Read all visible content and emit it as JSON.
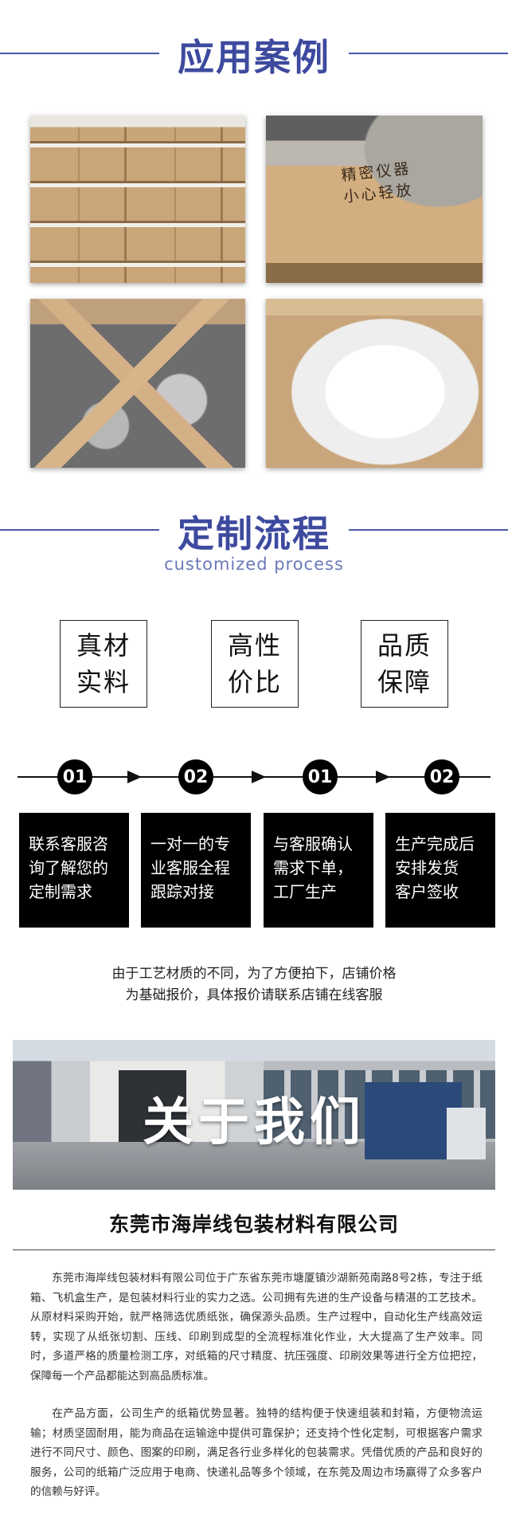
{
  "cases": {
    "title": "应用案例",
    "photo_box_text": "精密仪器\n小心轻放"
  },
  "process": {
    "title": "定制流程",
    "subtitle": "customized process"
  },
  "features": [
    {
      "line1": "真材",
      "line2": "实料"
    },
    {
      "line1": "高性",
      "line2": "价比"
    },
    {
      "line1": "品质",
      "line2": "保障"
    }
  ],
  "steps": [
    {
      "num": "01",
      "lines": [
        "联系客服咨",
        "询了解您的",
        "定制需求"
      ]
    },
    {
      "num": "02",
      "lines": [
        "一对一的专",
        "业客服全程",
        "跟踪对接"
      ]
    },
    {
      "num": "01",
      "lines": [
        "与客服确认",
        "需求下单，",
        "工厂生产"
      ]
    },
    {
      "num": "02",
      "lines": [
        "生产完成后",
        "安排发货",
        "客户签收"
      ]
    }
  ],
  "note": {
    "line1": "由于工艺材质的不同，为了方便拍下，店铺价格",
    "line2": "为基础报价，具体报价请联系店铺在线客服"
  },
  "about": {
    "banner_title": "关于我们",
    "company_name": "东莞市海岸线包装材料有限公司",
    "paragraph1": "东莞市海岸线包装材料有限公司位于广东省东莞市塘厦镇沙湖新苑南路8号2栋，专注于纸箱、飞机盒生产，是包装材料行业的实力之选。公司拥有先进的生产设备与精湛的工艺技术。从原材料采购开始，就严格筛选优质纸张，确保源头品质。生产过程中，自动化生产线高效运转，实现了从纸张切割、压线、印刷到成型的全流程标准化作业，大大提高了生产效率。同时，多道严格的质量检测工序，对纸箱的尺寸精度、抗压强度、印刷效果等进行全方位把控，保障每一个产品都能达到高品质标准。",
    "paragraph2": "在产品方面，公司生产的纸箱优势显著。独特的结构便于快速组装和封箱，方便物流运输；材质坚固耐用，能为商品在运输途中提供可靠保护；还支持个性化定制，可根据客户需求进行不同尺寸、颜色、图案的印刷，满足各行业多样化的包装需求。凭借优质的产品和良好的服务，公司的纸箱广泛应用于电商、快递礼品等多个领域，在东莞及周边市场赢得了众多客户的信赖与好评。"
  },
  "colors": {
    "heading": "#3d4a9e",
    "heading_line": "#4a5aa3",
    "subheading": "#6b78b8"
  }
}
